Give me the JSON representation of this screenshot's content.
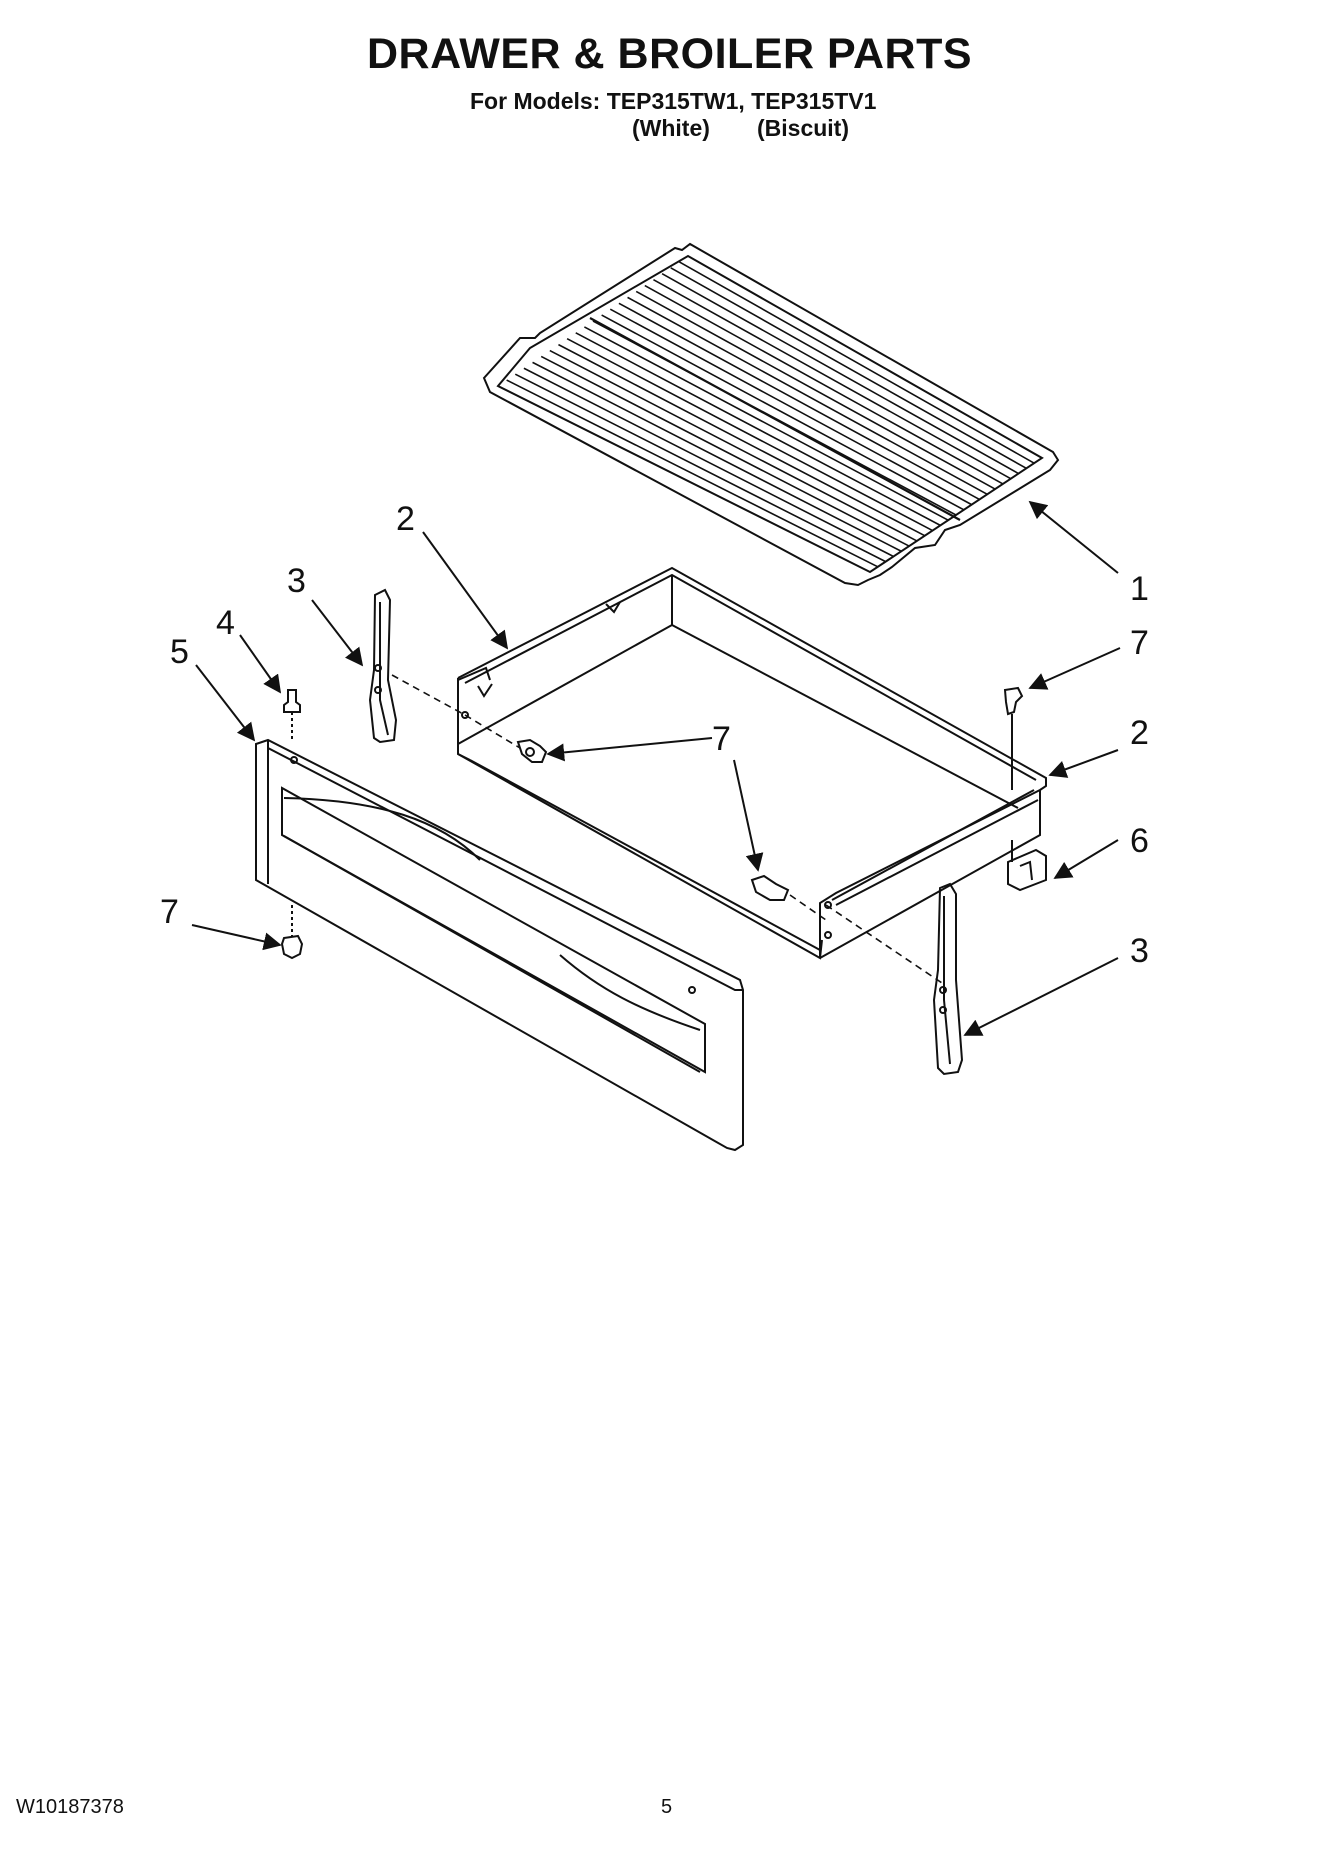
{
  "header": {
    "title": "DRAWER & BROILER PARTS",
    "models_line": "For Models: TEP315TW1, TEP315TV1",
    "variant_white": "(White)",
    "variant_biscuit": "(Biscuit)"
  },
  "callouts": [
    "1",
    "2",
    "2",
    "3",
    "3",
    "4",
    "5",
    "6",
    "7",
    "7",
    "7",
    "7"
  ],
  "footer": {
    "doc_number": "W10187378",
    "page_number": "5"
  }
}
